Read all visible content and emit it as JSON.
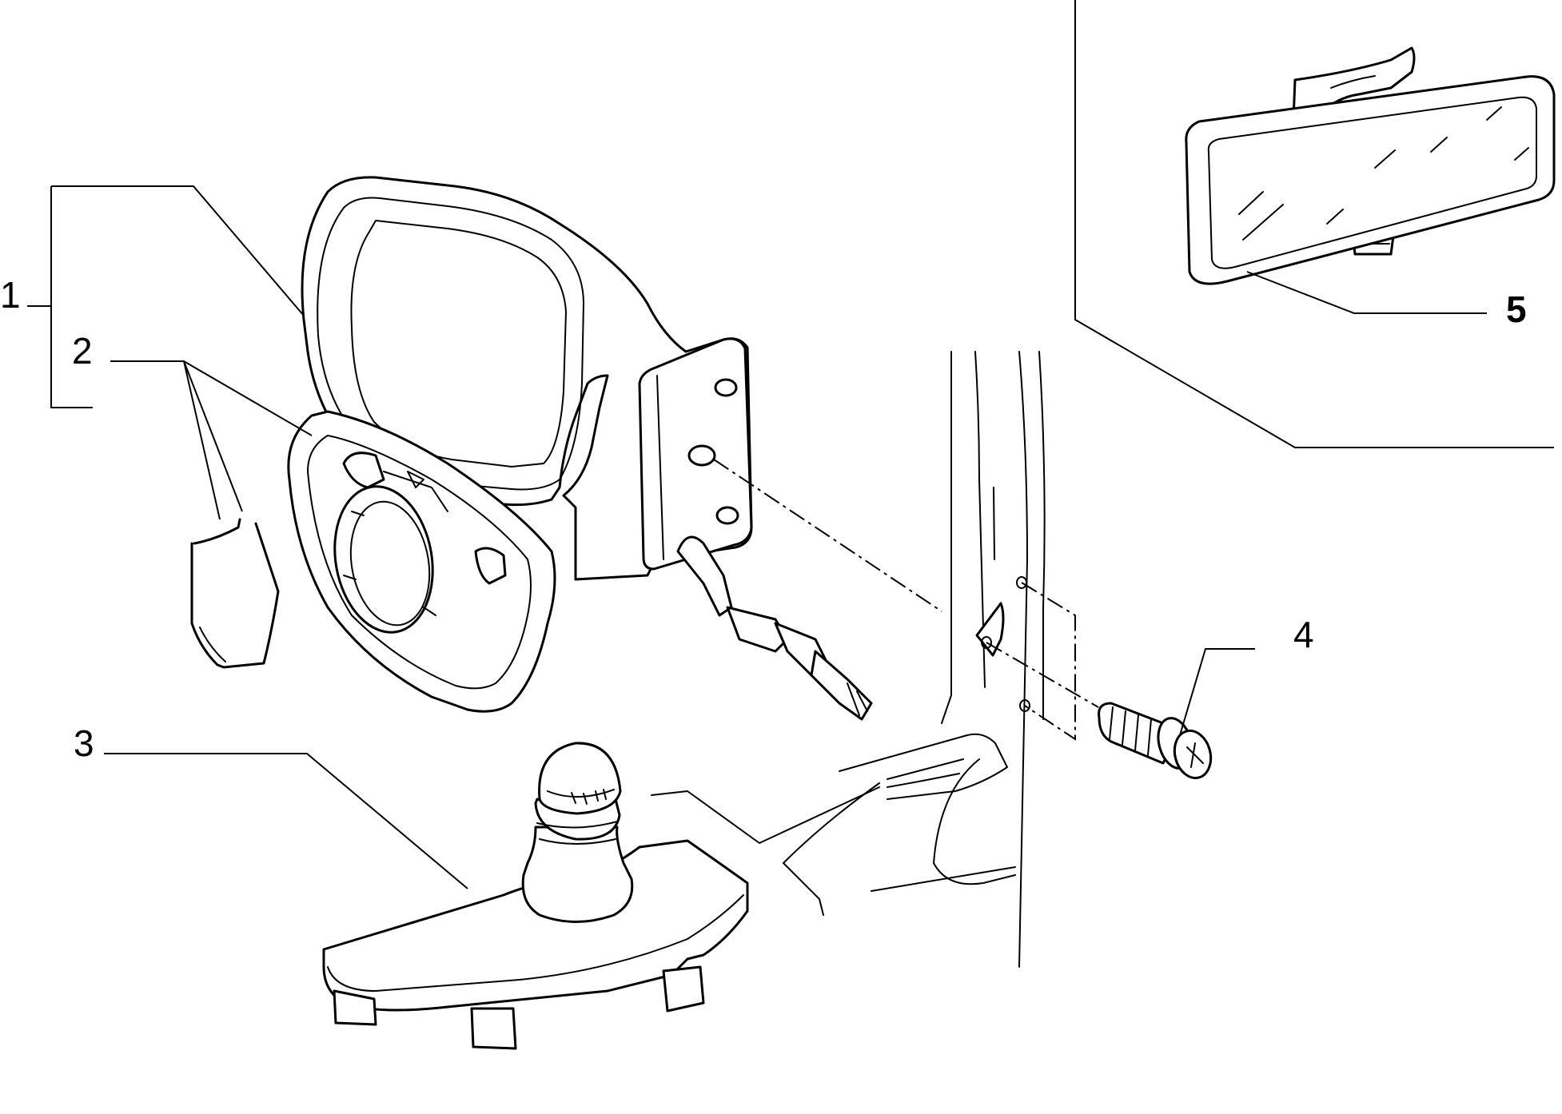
{
  "callouts": [
    {
      "id": "1",
      "label": "1",
      "bold": false
    },
    {
      "id": "2",
      "label": "2",
      "bold": false
    },
    {
      "id": "3",
      "label": "3",
      "bold": false
    },
    {
      "id": "4",
      "label": "4",
      "bold": false
    },
    {
      "id": "5",
      "label": "5",
      "bold": true
    }
  ],
  "colors": {
    "line": "#000000",
    "background": "#ffffff"
  },
  "parts": [
    {
      "id": "exterior-mirror-assembly",
      "callout": "1"
    },
    {
      "id": "mirror-glass",
      "callout": "2"
    },
    {
      "id": "mount-cover",
      "callout": "3"
    },
    {
      "id": "screw",
      "callout": "4"
    },
    {
      "id": "interior-rear-view-mirror",
      "callout": "5"
    }
  ]
}
